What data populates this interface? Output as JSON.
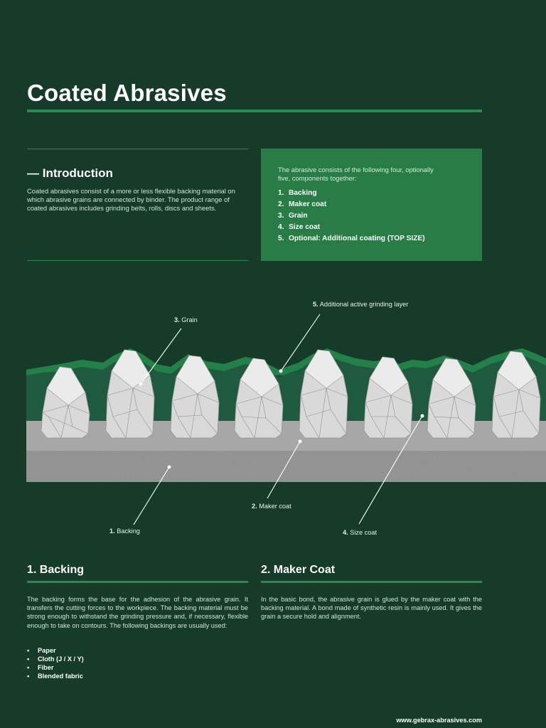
{
  "page": {
    "title": "Coated Abrasives"
  },
  "intro": {
    "heading": "— Introduction",
    "text": "Coated abrasives consist of a more or less flexible backing material on which abrasive grains are connected by binder. The product range of coated abrasives includes grinding belts, rolls, discs and sheets."
  },
  "components": {
    "intro": "The abrasive consists of the following four, optionally five, components together:",
    "items": [
      {
        "num": "1.",
        "label": "Backing"
      },
      {
        "num": "2.",
        "label": "Maker coat"
      },
      {
        "num": "3.",
        "label": "Grain"
      },
      {
        "num": "4.",
        "label": "Size coat"
      },
      {
        "num": "5.",
        "label": "Optional: Additional coating (TOP SIZE)"
      }
    ]
  },
  "diagram": {
    "labels": {
      "top_size": {
        "num": "5.",
        "text": "Additional active grinding layer"
      },
      "grain": {
        "num": "3.",
        "text": "Grain"
      },
      "maker_coat": {
        "num": "2.",
        "text": "Maker coat"
      },
      "backing": {
        "num": "1.",
        "text": "Backing"
      },
      "size_coat": {
        "num": "4.",
        "text": "Size coat"
      }
    }
  },
  "backing_section": {
    "heading": "1. Backing",
    "text": "The backing forms the base for the adhesion of the abrasive grain. It transfers the cutting forces to the workpiece. The backing material must be strong enough to withstand the grinding pressure and, if necessary, flexible enough to take on contours. The following backings are usually used:",
    "items": [
      "Paper",
      "Cloth (J / X / Y)",
      "Fiber",
      "Blended fabric"
    ]
  },
  "maker_section": {
    "heading": "2. Maker Coat",
    "text": "In the basic bond, the abrasive grain is glued by the maker coat with the backing material. A bond made of synthetic resin is mainly used. It gives the grain a secure hold and alignment."
  },
  "footer": {
    "url": "www.gebrax-abrasives.com"
  },
  "colors": {
    "background": "#163c29",
    "accent_green": "#2a8a4f",
    "box_green": "#2a7c46",
    "size_coat": "#1f5a3e",
    "top_size": "#228048",
    "maker_coat": "#a7a7a7",
    "backing": "#8a8a8a"
  }
}
